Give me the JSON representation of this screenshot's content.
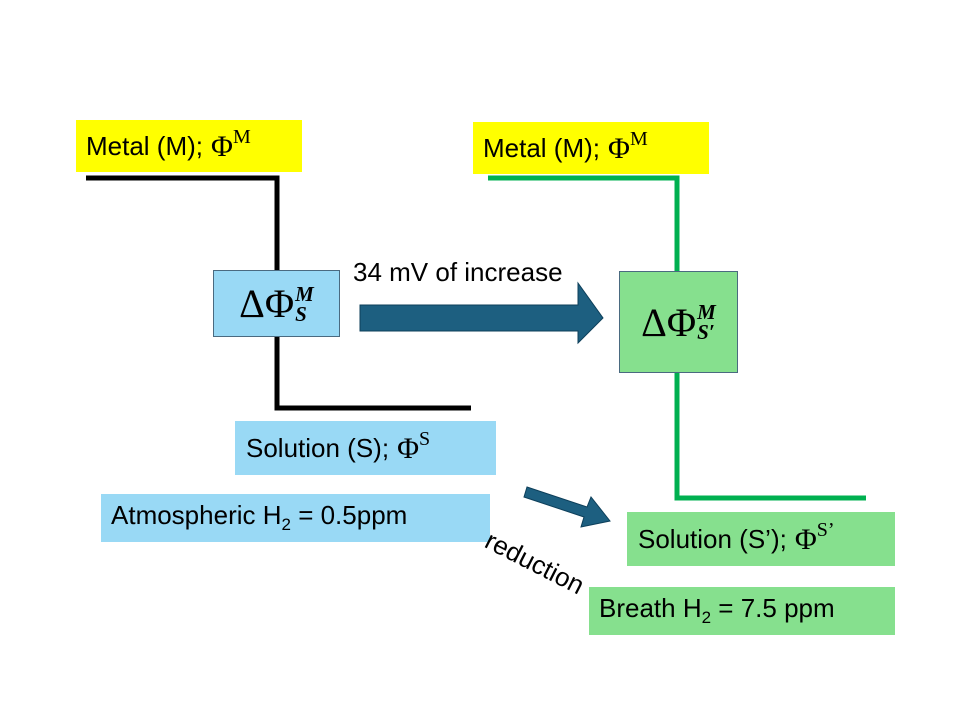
{
  "left_panel": {
    "metal_label": "Metal (M);",
    "metal_symbol": "Φ",
    "metal_sup": "M",
    "delta_symbol": "ΔΦ",
    "delta_sup": "M",
    "delta_sub": "S",
    "solution_label": "Solution (S);",
    "solution_symbol": "Φ",
    "solution_sup": "S",
    "h2_prefix": "Atmospheric H",
    "h2_sub": "2",
    "h2_suffix": " = 0.5ppm",
    "line_color": "#000000"
  },
  "right_panel": {
    "metal_label": "Metal (M);",
    "metal_symbol": "Φ",
    "metal_sup": "M",
    "delta_symbol": "ΔΦ",
    "delta_sup": "M",
    "delta_sub": "S′",
    "solution_label": "Solution (S’);",
    "solution_symbol": "Φ",
    "solution_sup": "S’",
    "h2_prefix": "Breath H",
    "h2_sub": "2",
    "h2_suffix": " = 7.5 ppm",
    "line_color": "#00b050"
  },
  "arrows": {
    "increase_label": "34 mV of increase",
    "reduction_label": "reduction",
    "arrow_color": "#1d5f80"
  },
  "colors": {
    "metal_box": "#ffff00",
    "left_box": "#99d9f5",
    "right_box": "#86e08e"
  }
}
